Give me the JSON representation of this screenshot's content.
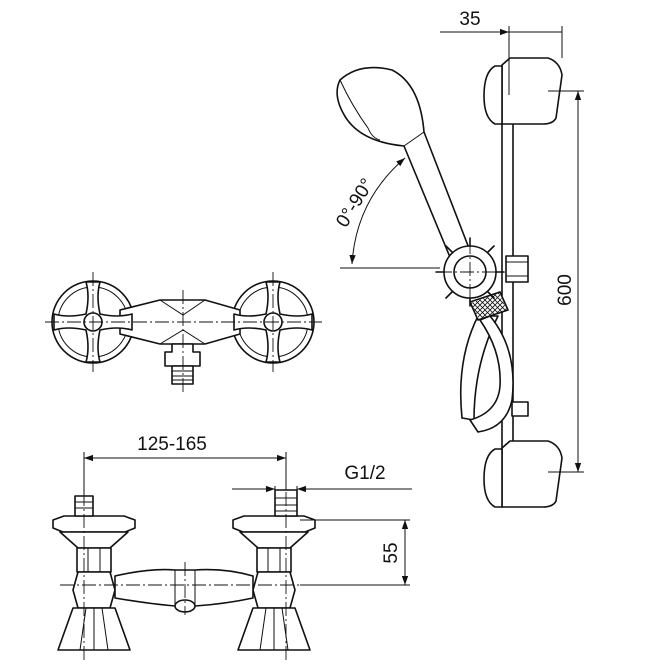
{
  "dimensions": {
    "center_distance": "125-165",
    "thread": "G1/2",
    "height_offset": "55",
    "rail_length": "600",
    "rail_depth": "35",
    "tilt_angle": "0°-90°"
  },
  "colors": {
    "line": "#111111",
    "background": "#ffffff"
  }
}
